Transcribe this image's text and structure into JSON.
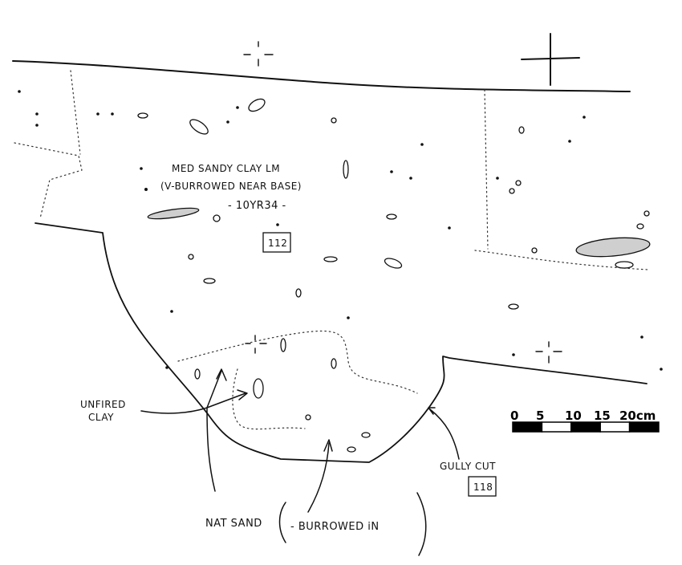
{
  "labels": {
    "fill_description_line1": "MED SANDY CLAY LM",
    "fill_description_line2": "(V-BURROWED NEAR BASE)",
    "munsell": "- 10YR34 -",
    "context_fill": "112",
    "unfired_line1": "UNFIRED",
    "unfired_line2": "CLAY",
    "gully_cut": "GULLY CUT",
    "context_cut": "118",
    "nat_sand": "NAT SAND",
    "burrowed_in": "- BURROWED iN"
  },
  "scale_bar": {
    "ticks": [
      "0",
      "5",
      "10",
      "15",
      "20cm"
    ],
    "segments": 5,
    "colors": [
      "#000000",
      "#ffffff"
    ]
  }
}
